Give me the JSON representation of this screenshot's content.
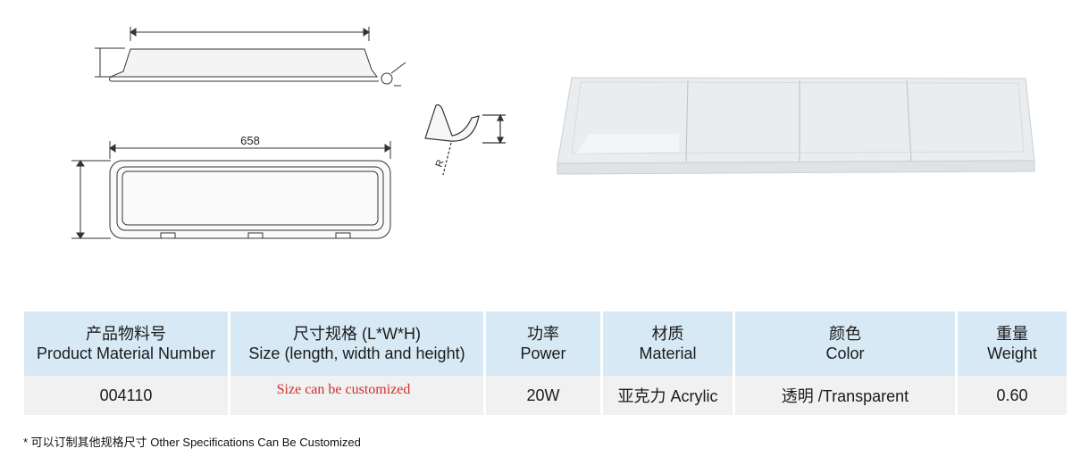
{
  "drawings": {
    "dimension_length": "658",
    "radius_label": "R"
  },
  "table": {
    "headers": [
      {
        "zh": "产品物料号",
        "en": "Product Material Number"
      },
      {
        "zh": "尺寸规格 (L*W*H)",
        "en": "Size (length, width and height)"
      },
      {
        "zh": "功率",
        "en": "Power"
      },
      {
        "zh": "材质",
        "en": "Material"
      },
      {
        "zh": "颜色",
        "en": "Color"
      },
      {
        "zh": "重量",
        "en": "Weight"
      }
    ],
    "row": {
      "material_number": "004110",
      "size_note": "Size can be customized",
      "power": "20W",
      "material": "亚克力 Acrylic",
      "color": "透明 /Transparent",
      "weight": "0.60"
    },
    "colors": {
      "header_bg": "#d6e9f5",
      "row_bg": "#f1f1f1",
      "note_color": "#d0302a"
    }
  },
  "footnote": "* 可以订制其他规格尺寸 Other Specifications Can Be Customized"
}
